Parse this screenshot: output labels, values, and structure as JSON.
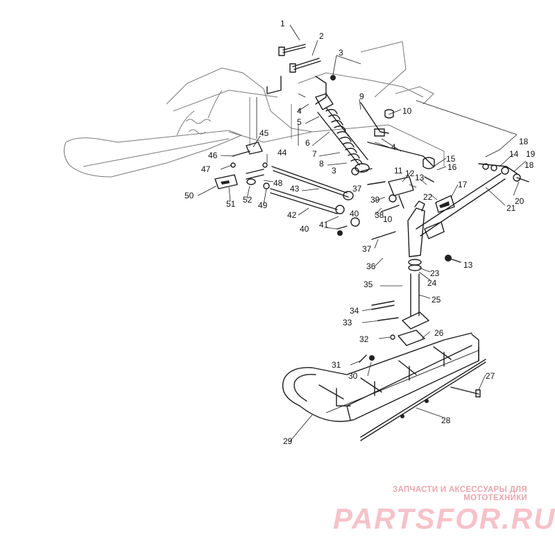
{
  "watermark": {
    "tagline": "ЗАПЧАСТИ И АКСЕССУАРЫ ДЛЯ МОТОТЕХНИКИ",
    "brand": "PARTSFOR.RU",
    "color": "#e24056"
  },
  "colors": {
    "line": "#1a1a1a",
    "background": "#ffffff"
  },
  "callouts": [
    "1",
    "2",
    "3",
    "4",
    "5",
    "6",
    "7",
    "8",
    "9",
    "10",
    "11",
    "12",
    "13",
    "14",
    "15",
    "16",
    "17",
    "18",
    "19",
    "20",
    "21",
    "22",
    "23",
    "24",
    "25",
    "26",
    "27",
    "28",
    "29",
    "30",
    "31",
    "32",
    "33",
    "34",
    "35",
    "36",
    "37",
    "38",
    "39",
    "40",
    "41",
    "42",
    "43",
    "44",
    "45",
    "46",
    "47",
    "48",
    "49",
    "50",
    "51",
    "52"
  ]
}
